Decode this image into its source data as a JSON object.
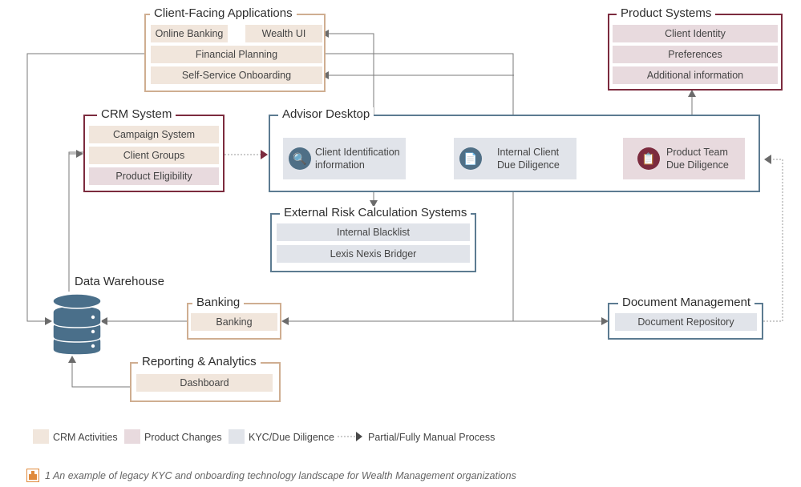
{
  "client_apps": {
    "title": "Client-Facing Applications",
    "online_banking": "Online Banking",
    "wealth_ui": "Wealth UI",
    "financial_planning": "Financial Planning",
    "self_service": "Self-Service Onboarding"
  },
  "product_systems": {
    "title": "Product Systems",
    "items": [
      "Client Identity",
      "Preferences",
      "Additional information"
    ]
  },
  "crm": {
    "title": "CRM System",
    "items": [
      "Campaign System",
      "Client Groups",
      "Product Eligibility"
    ]
  },
  "advisor": {
    "title": "Advisor Desktop",
    "client_id": [
      "Client Identification",
      "information"
    ],
    "internal_dd": [
      "Internal Client",
      "Due Diligence"
    ],
    "product_dd": [
      "Product Team",
      "Due Diligence"
    ]
  },
  "external_risk": {
    "title": "External Risk Calculation Systems",
    "items": [
      "Internal Blacklist",
      "Lexis Nexis Bridger"
    ]
  },
  "data_warehouse": {
    "title": "Data Warehouse"
  },
  "banking": {
    "title": "Banking",
    "item": "Banking"
  },
  "reporting": {
    "title": "Reporting & Analytics",
    "item": "Dashboard"
  },
  "document_mgmt": {
    "title": "Document Management",
    "item": "Document Repository"
  },
  "legend": {
    "crm": "CRM Activities",
    "product": "Product Changes",
    "kyc": "KYC/Due Diligence",
    "manual": "Partial/Fully Manual Process"
  },
  "caption": "1 An example of legacy KYC and onboarding technology landscape for Wealth Management organizations",
  "colors": {
    "crm": "#f1e6dc",
    "product": "#e8dade",
    "kyc": "#e1e4ea",
    "tan_border": "#cfae91",
    "maroon_border": "#7c2b3e",
    "blue_border": "#5c7b91",
    "wire": "#777777"
  }
}
